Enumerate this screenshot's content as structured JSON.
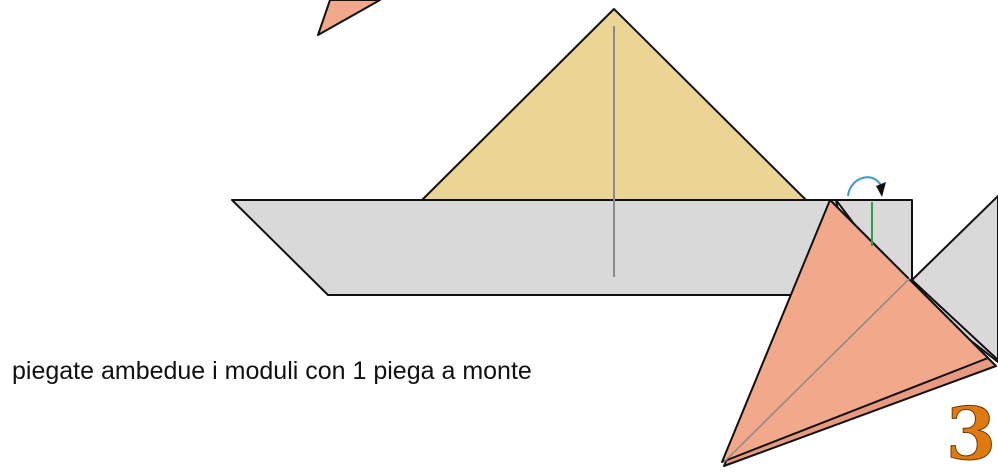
{
  "instruction": "piegate ambedue i moduli con 1 piega a monte",
  "step_number": "3",
  "colors": {
    "hull": "#d9d9d9",
    "sail": "#ead595",
    "module": "#f2a88b",
    "arrow": "#3f97c9",
    "fold_line": "#2aa444",
    "crease": "#8a8a8a",
    "outline": "#111111",
    "step_number": "#e07a10"
  },
  "fold": {
    "type": "mountain fold",
    "count": 1,
    "arrow_icon": "curved-arrow-icon"
  }
}
